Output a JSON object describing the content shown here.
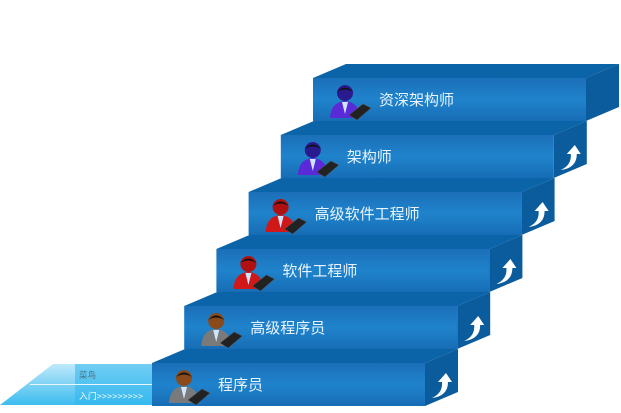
{
  "steps": [
    {
      "label": "程序员",
      "icon": "programmer-person-icon",
      "person_color": "#7a7a7a",
      "head_color": "#8a4a1a",
      "arrow": true
    },
    {
      "label": "高级程序员",
      "icon": "programmer-person-icon",
      "person_color": "#7a7a7a",
      "head_color": "#8a4a1a",
      "arrow": true
    },
    {
      "label": "软件工程师",
      "icon": "engineer-person-icon",
      "person_color": "#d01818",
      "head_color": "#b01010",
      "arrow": true
    },
    {
      "label": "高级软件工程师",
      "icon": "engineer-person-icon",
      "person_color": "#d01818",
      "head_color": "#b01010",
      "arrow": true
    },
    {
      "label": "架构师",
      "icon": "architect-person-icon",
      "person_color": "#5a2ad8",
      "head_color": "#2a1a90",
      "arrow": true
    },
    {
      "label": "资深架构师",
      "icon": "architect-person-icon",
      "person_color": "#5a2ad8",
      "head_color": "#2a1a90",
      "arrow": false
    }
  ],
  "entry": {
    "top_label": "菜鸟",
    "bottom_label": "入门>>>>>>>>>"
  },
  "colors": {
    "front": "#1a7cc5",
    "top": "#0b64a8",
    "side": "#0a5c9c",
    "ramp": "#4fc3ef"
  }
}
